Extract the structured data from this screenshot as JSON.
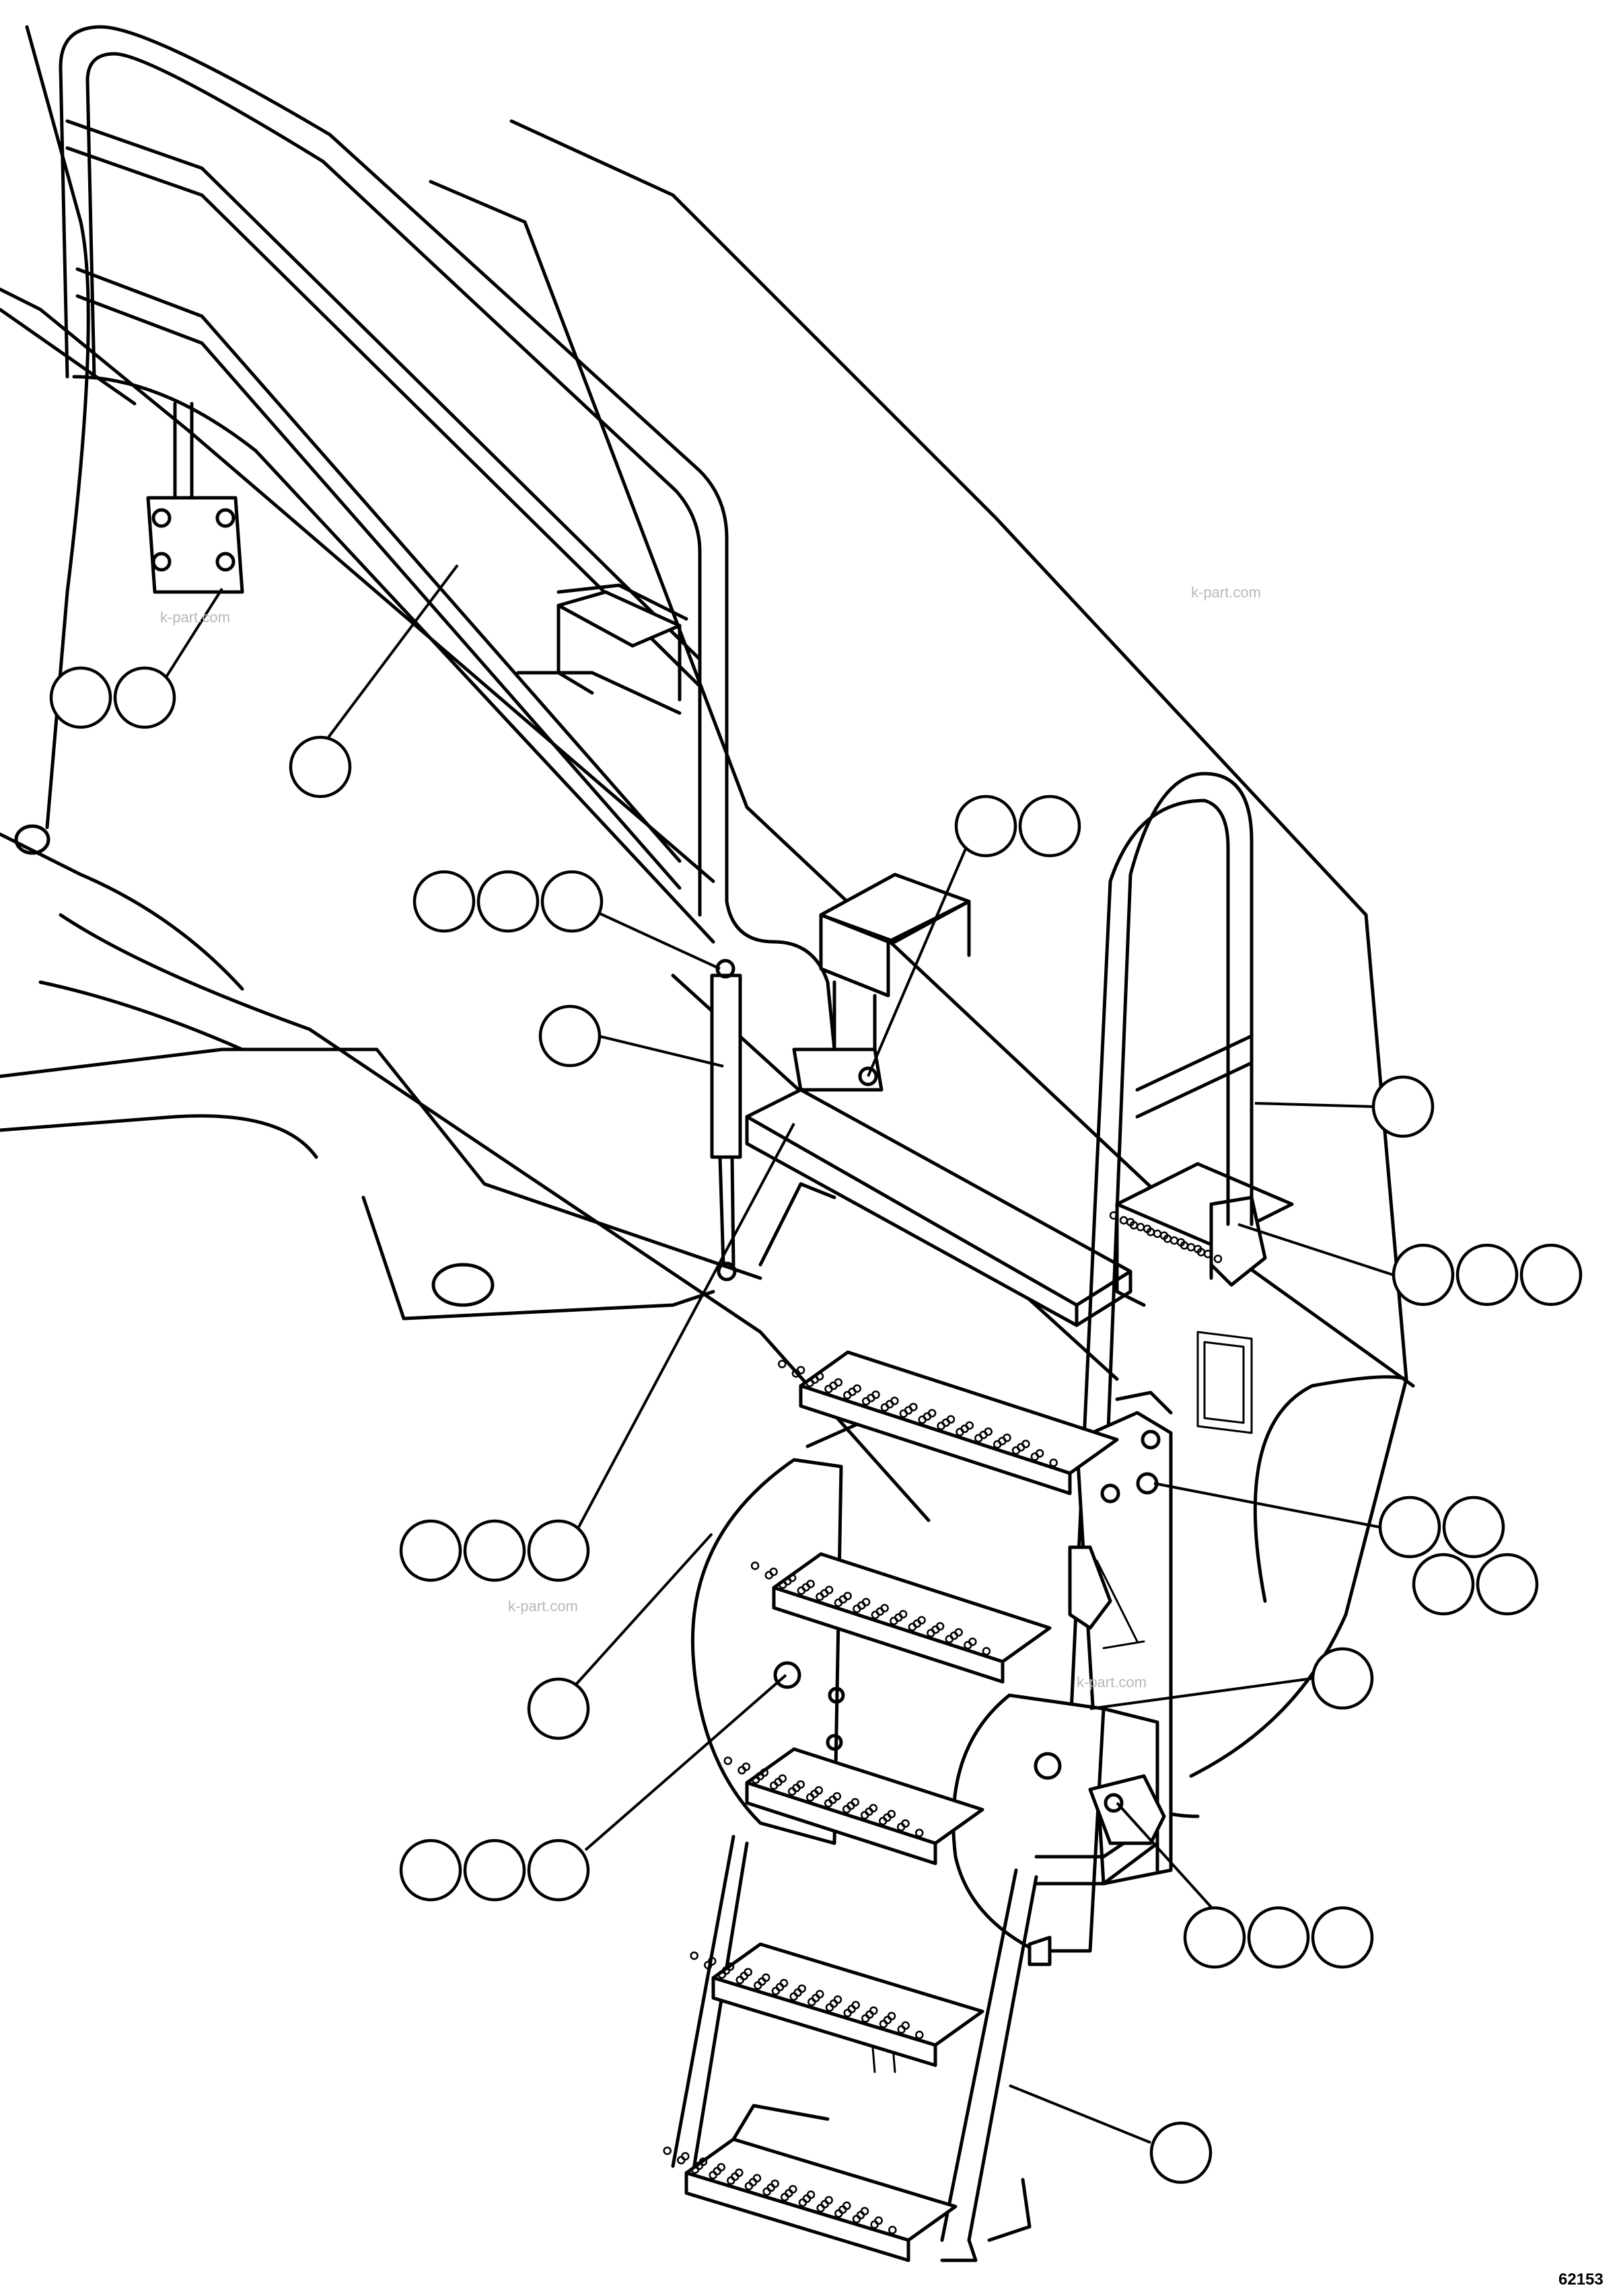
{
  "figure_number": "62153",
  "watermark": "k-part.com",
  "callout_balloon_groups": [
    {
      "id": "balloons-upper-left-clamp",
      "count": 2
    },
    {
      "id": "balloons-handrail",
      "count": 1
    },
    {
      "id": "balloons-rail-pin",
      "count": 3
    },
    {
      "id": "balloons-upper-clamp",
      "count": 2
    },
    {
      "id": "balloons-gas-strut",
      "count": 1
    },
    {
      "id": "balloons-right-rail",
      "count": 1
    },
    {
      "id": "balloons-right-bracket",
      "count": 3
    },
    {
      "id": "balloons-strut-mount",
      "count": 3
    },
    {
      "id": "balloons-plate-bolts",
      "count": 4
    },
    {
      "id": "balloons-ladder-rail",
      "count": 1
    },
    {
      "id": "balloons-side-plate",
      "count": 1
    },
    {
      "id": "balloons-pivot-bolt",
      "count": 3
    },
    {
      "id": "balloons-lower-bracket",
      "count": 3
    },
    {
      "id": "balloons-ladder-frame",
      "count": 1
    }
  ]
}
